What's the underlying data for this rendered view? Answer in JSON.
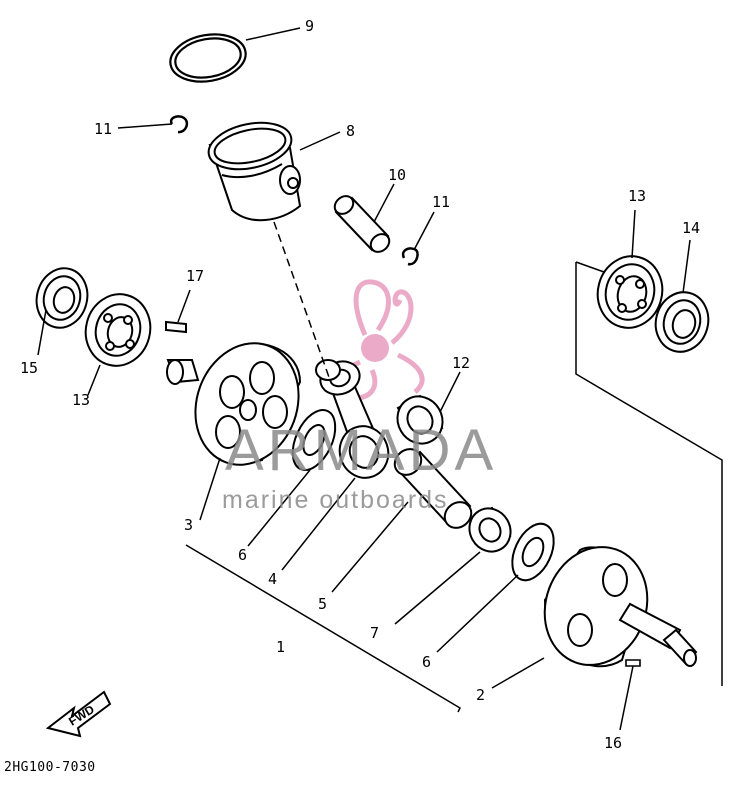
{
  "diagram": {
    "drawing_code": "2HG100-7030",
    "fwd_label": "FWD",
    "callouts": [
      "9",
      "11",
      "8",
      "10",
      "11",
      "13",
      "14",
      "17",
      "15",
      "13",
      "12",
      "3",
      "6",
      "4",
      "5",
      "1",
      "7",
      "6",
      "2",
      "16"
    ]
  },
  "watermark": {
    "brand": "ARMADA",
    "tagline": "marine outboards",
    "colors": {
      "text": "#8a8a8a",
      "logo": "#e9a3c3"
    }
  },
  "colors": {
    "ink": "#000000",
    "background": "#ffffff"
  }
}
